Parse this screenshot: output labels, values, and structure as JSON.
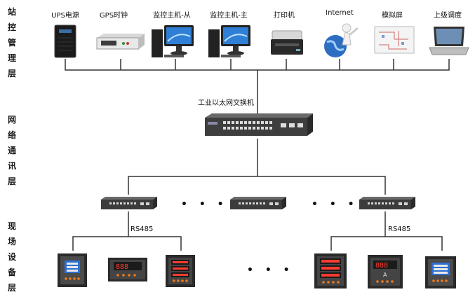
{
  "layers": {
    "station": "站控管理层",
    "network": "网络通讯层",
    "field": "现场设备层"
  },
  "devices": [
    {
      "label": "UPS电源",
      "icon": "ups-icon"
    },
    {
      "label": "GPS时钟",
      "icon": "gps-clock-icon"
    },
    {
      "label": "监控主机-从",
      "icon": "monitor-host-icon"
    },
    {
      "label": "监控主机-主",
      "icon": "monitor-host-icon"
    },
    {
      "label": "打印机",
      "icon": "printer-icon"
    },
    {
      "label": "Internet",
      "icon": "internet-icon"
    },
    {
      "label": "模拟屏",
      "icon": "simulation-screen-icon"
    },
    {
      "label": "上级调度",
      "icon": "laptop-icon"
    }
  ],
  "network": {
    "main_switch_label": "工业以太网交换机",
    "ellipsis": "• • •"
  },
  "field": {
    "bus_left": "RS485",
    "bus_right": "RS485",
    "ellipsis": "• • •"
  }
}
